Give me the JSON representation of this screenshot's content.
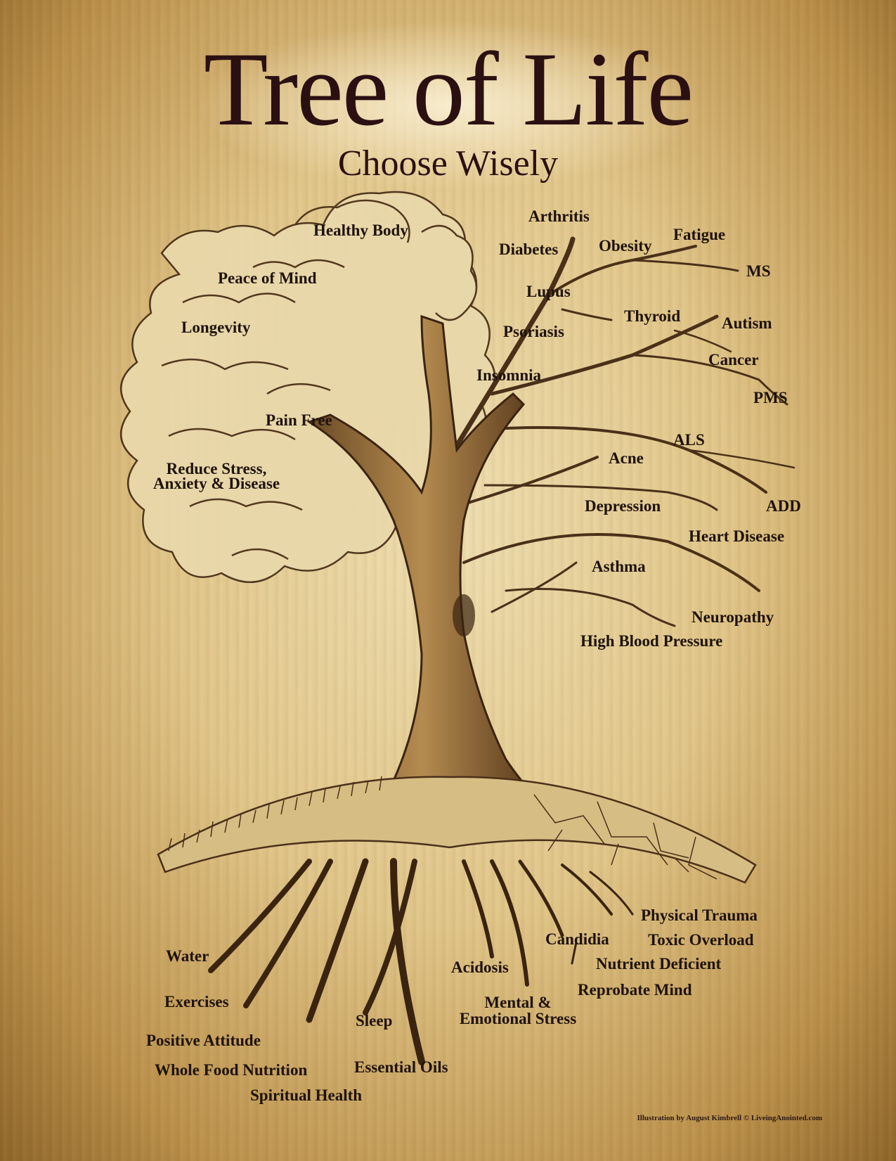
{
  "title": "Tree of Life",
  "subtitle": "Choose Wisely",
  "healthy_labels": {
    "healthy_body": "Healthy Body",
    "peace_of_mind": "Peace of Mind",
    "longevity": "Longevity",
    "pain_free": "Pain Free",
    "reduce_stress_1": "Reduce Stress,",
    "reduce_stress_2": "Anxiety & Disease"
  },
  "disease_labels": {
    "arthritis": "Arthritis",
    "diabetes": "Diabetes",
    "obesity": "Obesity",
    "fatigue": "Fatigue",
    "ms": "MS",
    "lupus": "Lupus",
    "thyroid": "Thyroid",
    "autism": "Autism",
    "psoriasis": "Psoriasis",
    "cancer": "Cancer",
    "insomnia": "Insomnia",
    "pms": "PMS",
    "als": "ALS",
    "acne": "Acne",
    "depression": "Depression",
    "add": "ADD",
    "heart_disease": "Heart Disease",
    "asthma": "Asthma",
    "neuropathy": "Neuropathy",
    "high_blood_pressure": "High Blood Pressure"
  },
  "healthy_root_labels": {
    "water": "Water",
    "exercises": "Exercises",
    "positive_attitude": "Positive Attitude",
    "whole_food_nutrition": "Whole Food Nutrition",
    "spiritual_health": "Spiritual Health",
    "sleep": "Sleep",
    "essential_oils": "Essential Oils"
  },
  "unhealthy_root_labels": {
    "acidosis": "Acidosis",
    "mental_1": "Mental &",
    "mental_2": "Emotional Stress",
    "candidia": "Candidia",
    "physical_trauma": "Physical Trauma",
    "toxic_overload": "Toxic Overload",
    "nutrient_deficient": "Nutrient Deficient",
    "reprobate_mind": "Reprobate Mind"
  },
  "credit": "Illustration by August Kimbrell © LiveingAnointed.com",
  "colors": {
    "ink": "#2b1012",
    "parchment_light": "#efdfb2",
    "parchment_dark": "#8c6428"
  }
}
